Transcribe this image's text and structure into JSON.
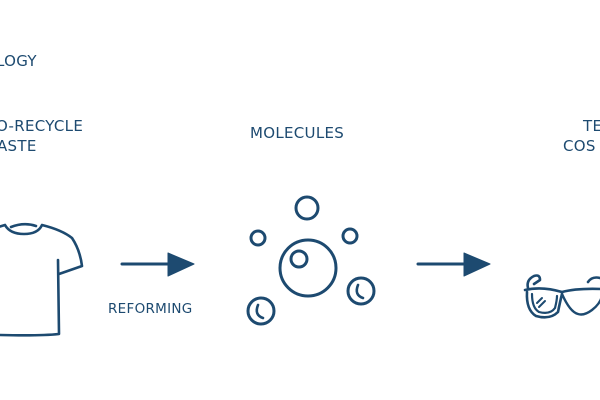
{
  "diagram": {
    "title_fragment": "LOGY",
    "colors": {
      "primary": "#1d4a70",
      "background": "#ffffff"
    },
    "stages": [
      {
        "label_line1": "O-RECYCLE",
        "label_line2": "ASTE",
        "icon": "t-shirt-icon"
      },
      {
        "label_line1": "MOLECULES",
        "icon": "molecules-icon"
      },
      {
        "label_line1": "TE",
        "label_line2": "COS",
        "icon": "glasses-icon"
      }
    ],
    "arrows": [
      {
        "label": "REFORMING",
        "icon": "arrow-right-icon"
      },
      {
        "label": "",
        "icon": "arrow-right-icon"
      }
    ]
  }
}
